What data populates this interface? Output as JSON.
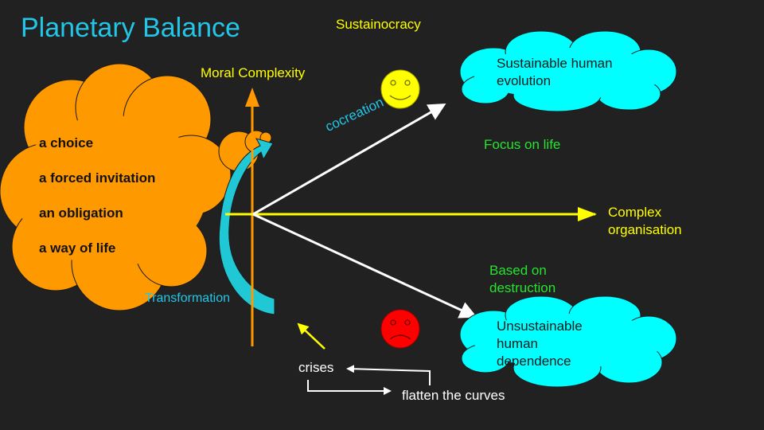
{
  "title": "Planetary Balance",
  "subtitle": "Sustainocracy",
  "y_axis_label": "Moral Complexity",
  "x_axis_label_lines": [
    "Complex",
    "organisation"
  ],
  "upper_path": {
    "label": "cocreation",
    "annotation": "Focus on life",
    "outcome_lines": [
      "Sustainable human",
      "evolution"
    ]
  },
  "lower_path": {
    "annotation_lines": [
      "Based on",
      "destruction"
    ],
    "outcome_lines": [
      "Unsustainable",
      "human",
      "dependence"
    ]
  },
  "choices": [
    "a choice",
    "a forced invitation",
    "an obligation",
    "a way of life"
  ],
  "transformation_label": "Transformation",
  "crises_label": "crises",
  "flatten_label": "flatten the curves",
  "colors": {
    "background": "#212121",
    "cyan": "#22c7e8",
    "yellow": "#ffff00",
    "green": "#27e32f",
    "orange": "#ff9900",
    "cloud_cyan": "#00ffff",
    "happy_face": "#ffff00",
    "sad_face": "#ff0000"
  },
  "icons": {
    "happy": "smiley-face-icon",
    "sad": "sad-face-icon"
  }
}
